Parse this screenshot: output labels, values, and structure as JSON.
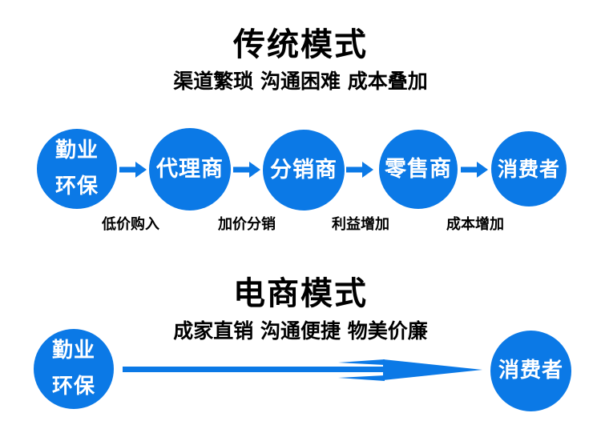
{
  "background": "#ffffff",
  "colors": {
    "primary_blue": "#0b79e6",
    "title_text": "#000000",
    "node_text": "#ffffff"
  },
  "traditional_section": {
    "title": "传统模式",
    "subtitle": "渠道繁琐 沟通困难 成本叠加",
    "nodes": [
      {
        "lines": [
          "勤业",
          "环保"
        ]
      },
      {
        "label": "代理商"
      },
      {
        "label": "分销商"
      },
      {
        "label": "零售商"
      },
      {
        "label": "消费者"
      }
    ],
    "flow_labels": [
      "低价购入",
      "加价分销",
      "利益增加",
      "成本增加"
    ]
  },
  "ecommerce_section": {
    "title": "电商模式",
    "subtitle": "成家直销 沟通便捷 物美价廉",
    "left_node": {
      "lines": [
        "勤业",
        "环保"
      ]
    },
    "right_node": {
      "label": "消费者"
    }
  },
  "icons": {
    "flow_arrow": "arrow-right",
    "direct_arrow": "speed-arrow-right"
  }
}
